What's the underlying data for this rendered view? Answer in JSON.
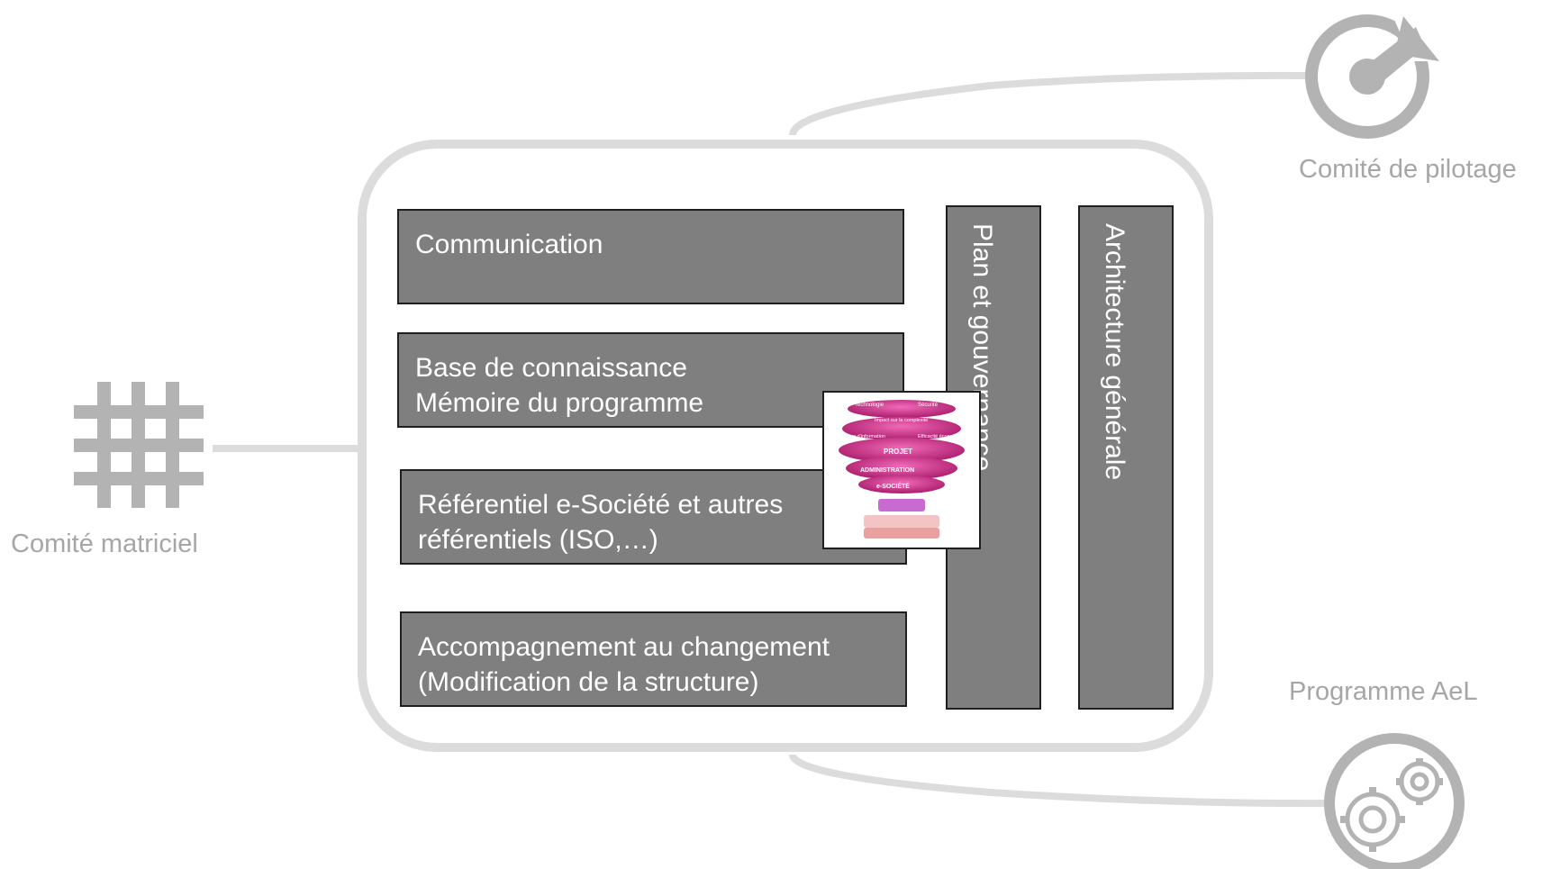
{
  "diagram": {
    "boxes": [
      {
        "label": "Communication",
        "lines": [
          "Communication"
        ]
      },
      {
        "label": "Base de connaissance Mémoire du programme",
        "lines": [
          "Base de connaissance",
          "Mémoire du programme"
        ]
      },
      {
        "label": "Référentiel e-Société et autres référentiels (ISO,…)",
        "lines": [
          "Référentiel e-Société et autres",
          "référentiels (ISO,…)"
        ]
      },
      {
        "label": "Accompagnement au changement (Modification de la structure)",
        "lines": [
          "Accompagnement au changement",
          "(Modification de la structure)"
        ]
      }
    ],
    "columns": [
      {
        "label": "Plan et gouvernance"
      },
      {
        "label": "Architecture générale"
      }
    ],
    "external": {
      "matrix": {
        "label": "Comité matriciel",
        "icon": "grid-icon"
      },
      "steering": {
        "label": "Comité de pilotage",
        "icon": "steering-target-icon"
      },
      "program": {
        "label": "Programme AeL",
        "icon": "gears-icon"
      }
    },
    "image": {
      "title": "e-Société pyramid illustration",
      "texts": [
        "Technologie",
        "Sécurité",
        "Impact sur la complexité",
        "Politique d'information",
        "Efficacité économique",
        "PROJET",
        "ADMINISTRATION",
        "e-SOCIÉTÉ"
      ]
    },
    "colors": {
      "box_fill": "#7f7f7f",
      "box_border": "#1f1f1f",
      "frame": "#dcdcdc",
      "icons": "#b3b3b3",
      "label": "#a6a6a6",
      "accent_magenta": "#c2187a"
    }
  }
}
